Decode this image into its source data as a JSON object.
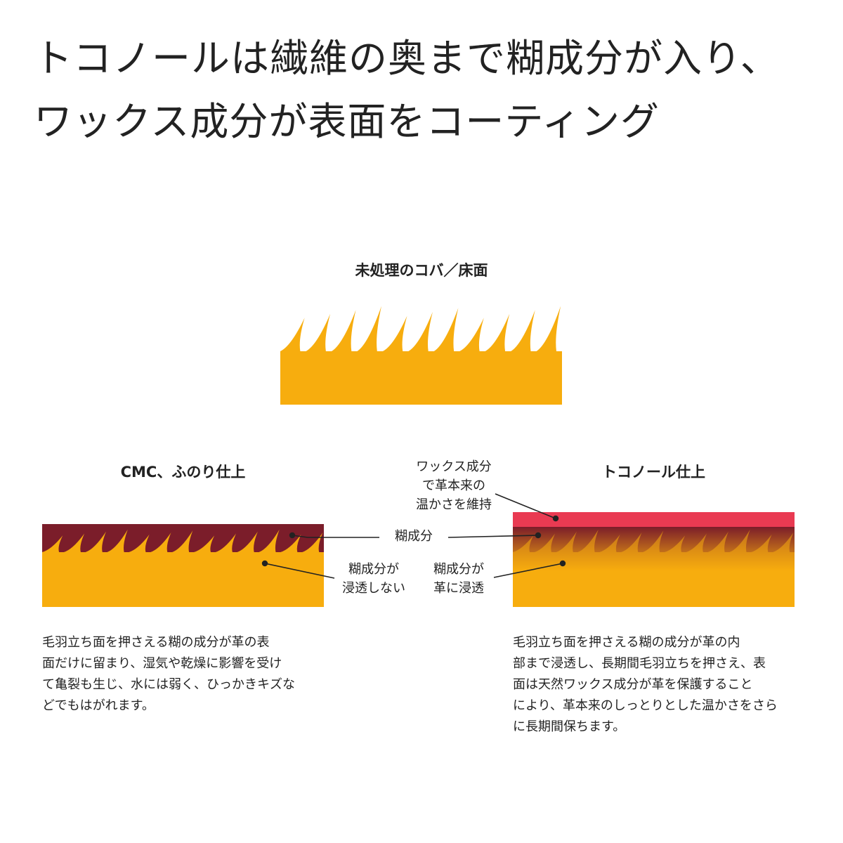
{
  "headline": {
    "line1": "トコノールは繊維の奥まで糊成分が入り、",
    "line2": "ワックス成分が表面をコーティング"
  },
  "untreated": {
    "title": "未処理のコバ／床面"
  },
  "cmc": {
    "title": "CMC、ふのり仕上",
    "description": [
      "毛羽立ち面を押さえる糊の成分が革の表",
      "面だけに留まり、湿気や乾燥に影響を受け",
      "て亀裂も生じ、水には弱く、ひっかきキズな",
      "どでもはがれます。"
    ]
  },
  "tokonole": {
    "title": "トコノール仕上",
    "description": [
      "毛羽立ち面を押さえる糊の成分が革の内",
      "部まで浸透し、長期間毛羽立ちを押さえ、表",
      "面は天然ワックス成分が革を保護すること",
      "により、革本来のしっとりとした温かさをさら",
      "に長期間保ちます。"
    ]
  },
  "callouts": {
    "wax": [
      "ワックス成分",
      "で革本来の",
      "温かさを維持"
    ],
    "paste": "糊成分",
    "no_penetrate": [
      "糊成分が",
      "浸透しない"
    ],
    "penetrate": [
      "糊成分が",
      "革に浸透"
    ]
  },
  "colors": {
    "leather": "#f7ad0e",
    "paste": "#7b1d2a",
    "wax": "#e93a52",
    "leader": "#222222"
  }
}
